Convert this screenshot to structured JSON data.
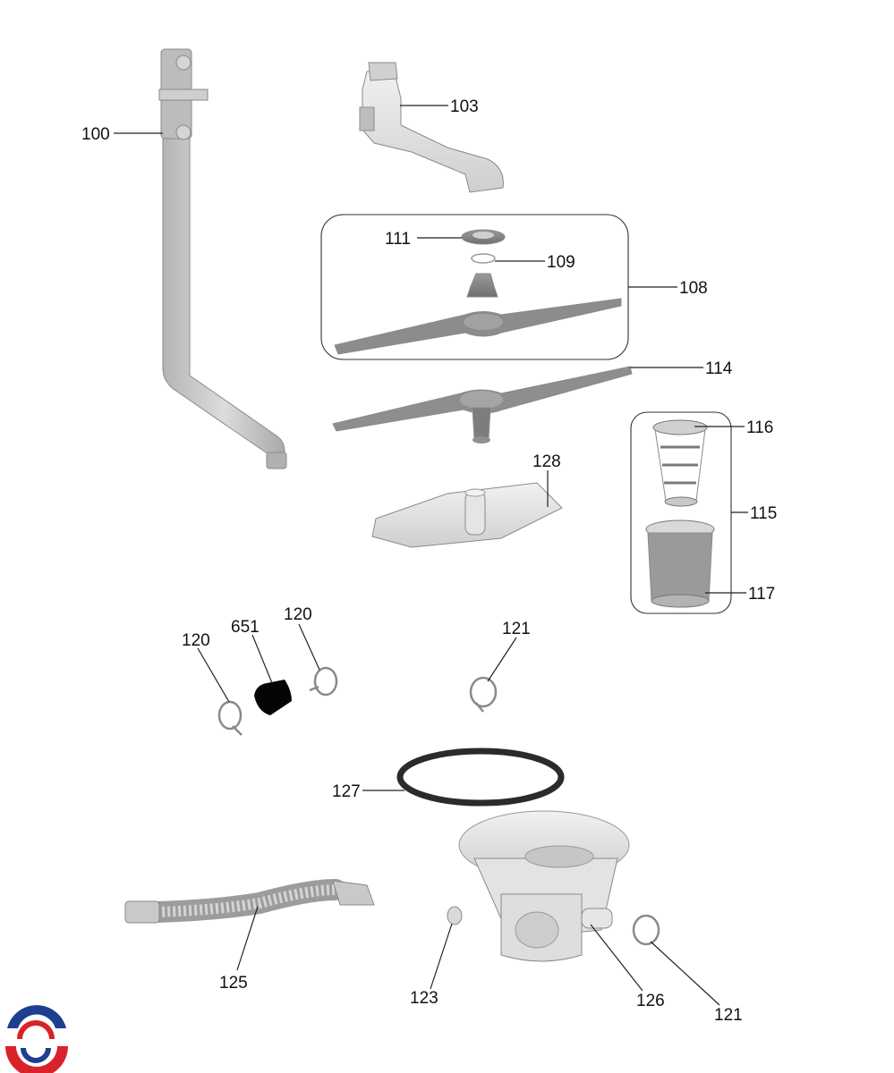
{
  "labels": {
    "p100": "100",
    "p103": "103",
    "p111": "111",
    "p109": "109",
    "p108": "108",
    "p114": "114",
    "p116": "116",
    "p115": "115",
    "p117": "117",
    "p128": "128",
    "p120a": "120",
    "p651": "651",
    "p120b": "120",
    "p121a": "121",
    "p127": "127",
    "p125": "125",
    "p123": "123",
    "p126": "126",
    "p121b": "121"
  },
  "colors": {
    "part_fill": "#c9c9c9",
    "part_dark": "#7d7d7d",
    "part_light": "#e6e6e6",
    "gasket": "#2b2b2b",
    "logo_blue": "#1e3f8f",
    "logo_red": "#d8232a"
  },
  "icons": [
    "company-logo-icon"
  ]
}
